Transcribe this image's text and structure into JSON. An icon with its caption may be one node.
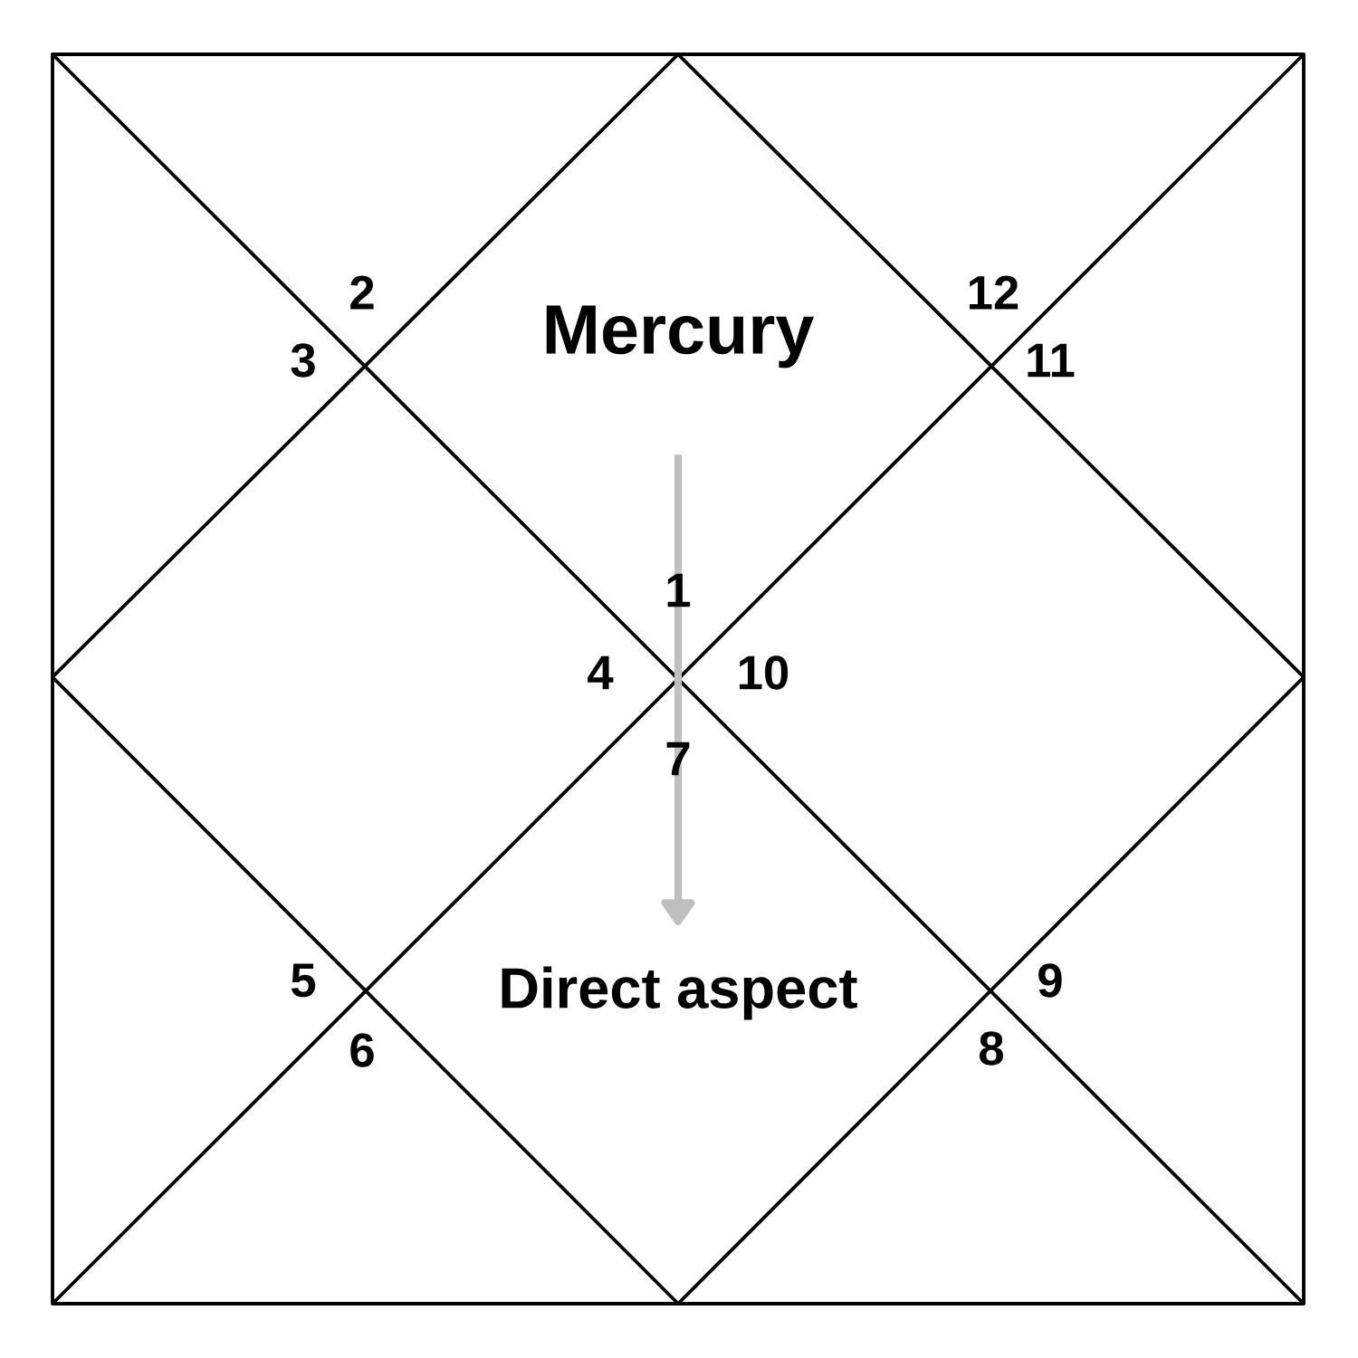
{
  "diagram": {
    "nodes": [
      {
        "text": [
          "Mercury"
        ]
      },
      {
        "text": [
          "Direct aspect"
        ]
      }
    ],
    "edges": [
      {
        "from": 0,
        "to": 1,
        "arrow": "to",
        "color": "#bfbfbf"
      }
    ],
    "labels": [
      "2",
      "12",
      "3",
      "11",
      "1",
      "4",
      "10",
      "7",
      "5",
      "9",
      "6",
      "8"
    ]
  }
}
